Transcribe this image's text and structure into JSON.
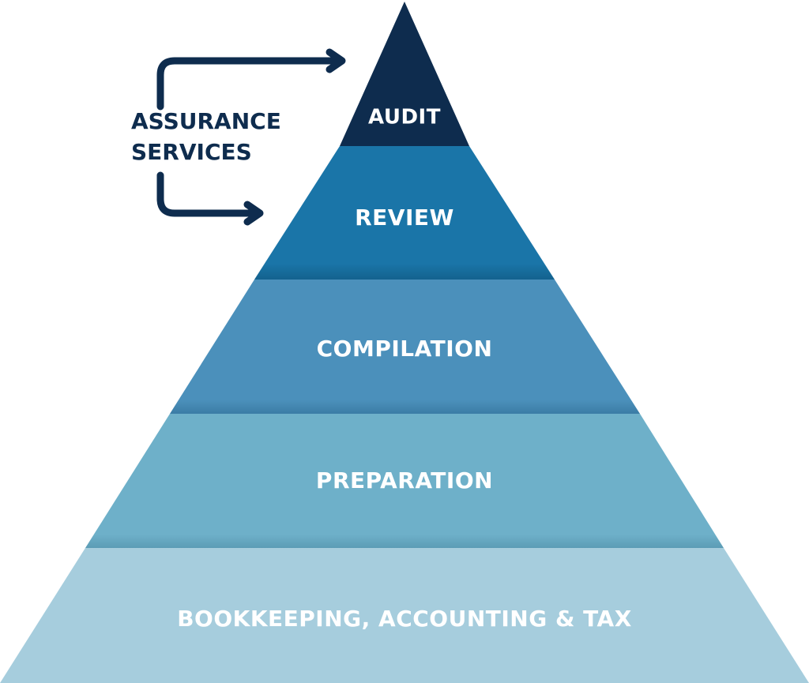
{
  "colors": {
    "audit": "#0e2c4e",
    "review": "#1a75a8",
    "compilation": "#4b90bb",
    "preparation": "#6eb0c9",
    "bookkeeping": "#a6cddd",
    "arrow": "#0e2c4e",
    "shadow": "#2d6f93"
  },
  "pyramid": {
    "tiers": [
      {
        "key": "audit",
        "label": "AUDIT"
      },
      {
        "key": "review",
        "label": "REVIEW"
      },
      {
        "key": "compilation",
        "label": "COMPILATION"
      },
      {
        "key": "preparation",
        "label": "PREPARATION"
      },
      {
        "key": "bookkeeping",
        "label": "BOOKKEEPING, ACCOUNTING & TAX"
      }
    ]
  },
  "assurance": {
    "line1": "ASSURANCE",
    "line2": "SERVICES"
  }
}
